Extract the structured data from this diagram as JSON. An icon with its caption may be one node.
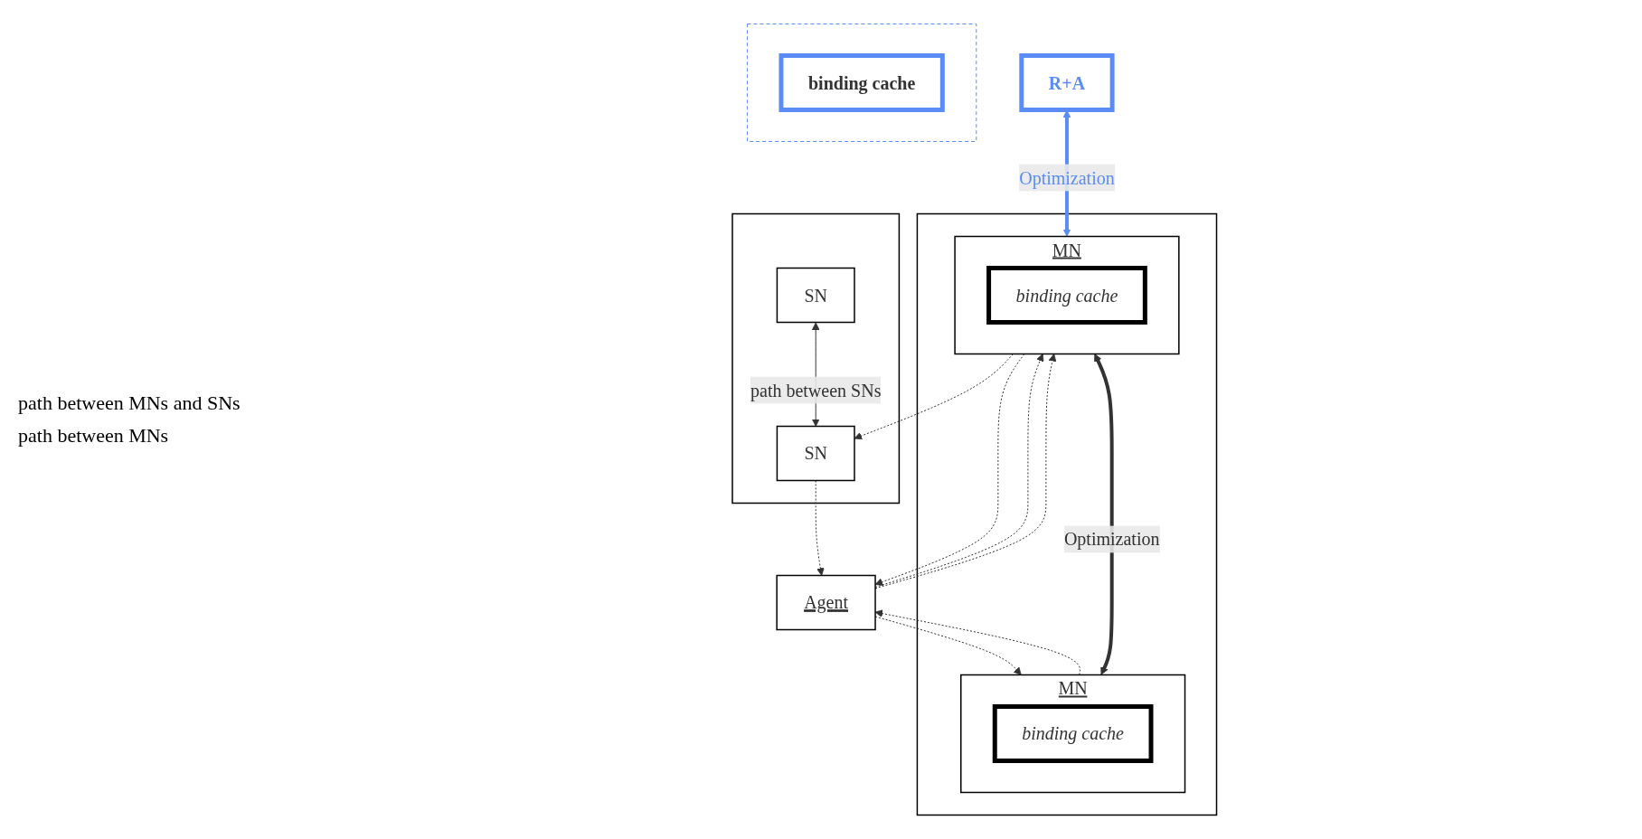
{
  "diagram": {
    "nodes": [
      {
        "text": [],
        "shape": "box"
      },
      {
        "text": [
          "SN"
        ],
        "in": 0
      },
      {
        "text": [
          "SN"
        ],
        "in": 0
      },
      {
        "text": [
          "R+A"
        ]
      },
      {
        "text": [],
        "shape": "box"
      },
      {
        "text": [
          "binding cache"
        ],
        "in": 4
      },
      {
        "text": [
          "Agent"
        ]
      },
      {
        "text": [],
        "shape": "box"
      },
      {
        "text": [
          "MN"
        ],
        "in": 7
      },
      {
        "text": [
          "binding cache"
        ],
        "in": 8
      },
      {
        "text": [
          "MN"
        ],
        "in": 7
      },
      {
        "text": [
          "binding cache"
        ],
        "in": 10
      }
    ],
    "edges": [
      {
        "from": 1,
        "to": 2,
        "arrow": "both",
        "label": "path between SNs"
      },
      {
        "from": 2,
        "to": 6,
        "arrow": "to",
        "style": "dashed"
      },
      {
        "from": 6,
        "to": 8,
        "arrow": "to",
        "style": "dashed"
      },
      {
        "from": 8,
        "to": 6,
        "arrow": "to",
        "style": "dashed"
      },
      {
        "from": 6,
        "to": 10,
        "arrow": "to",
        "style": "dashed"
      },
      {
        "from": 10,
        "to": 6,
        "arrow": "to",
        "style": "dashed"
      },
      {
        "from": 6,
        "to": 10,
        "arrow": "to",
        "style": "dashed"
      },
      {
        "from": 10,
        "to": 2,
        "arrow": "to",
        "style": "dashed"
      },
      {
        "from": 8,
        "to": 10,
        "arrow": "both",
        "style": "thick",
        "label": "Optimization"
      },
      {
        "from": 3,
        "to": 10,
        "arrow": "both",
        "style": "thick",
        "color": "#5b8cf5",
        "label": "Optimization"
      }
    ],
    "labels": [
      "path between MNs and SNs",
      "path between MNs"
    ]
  }
}
